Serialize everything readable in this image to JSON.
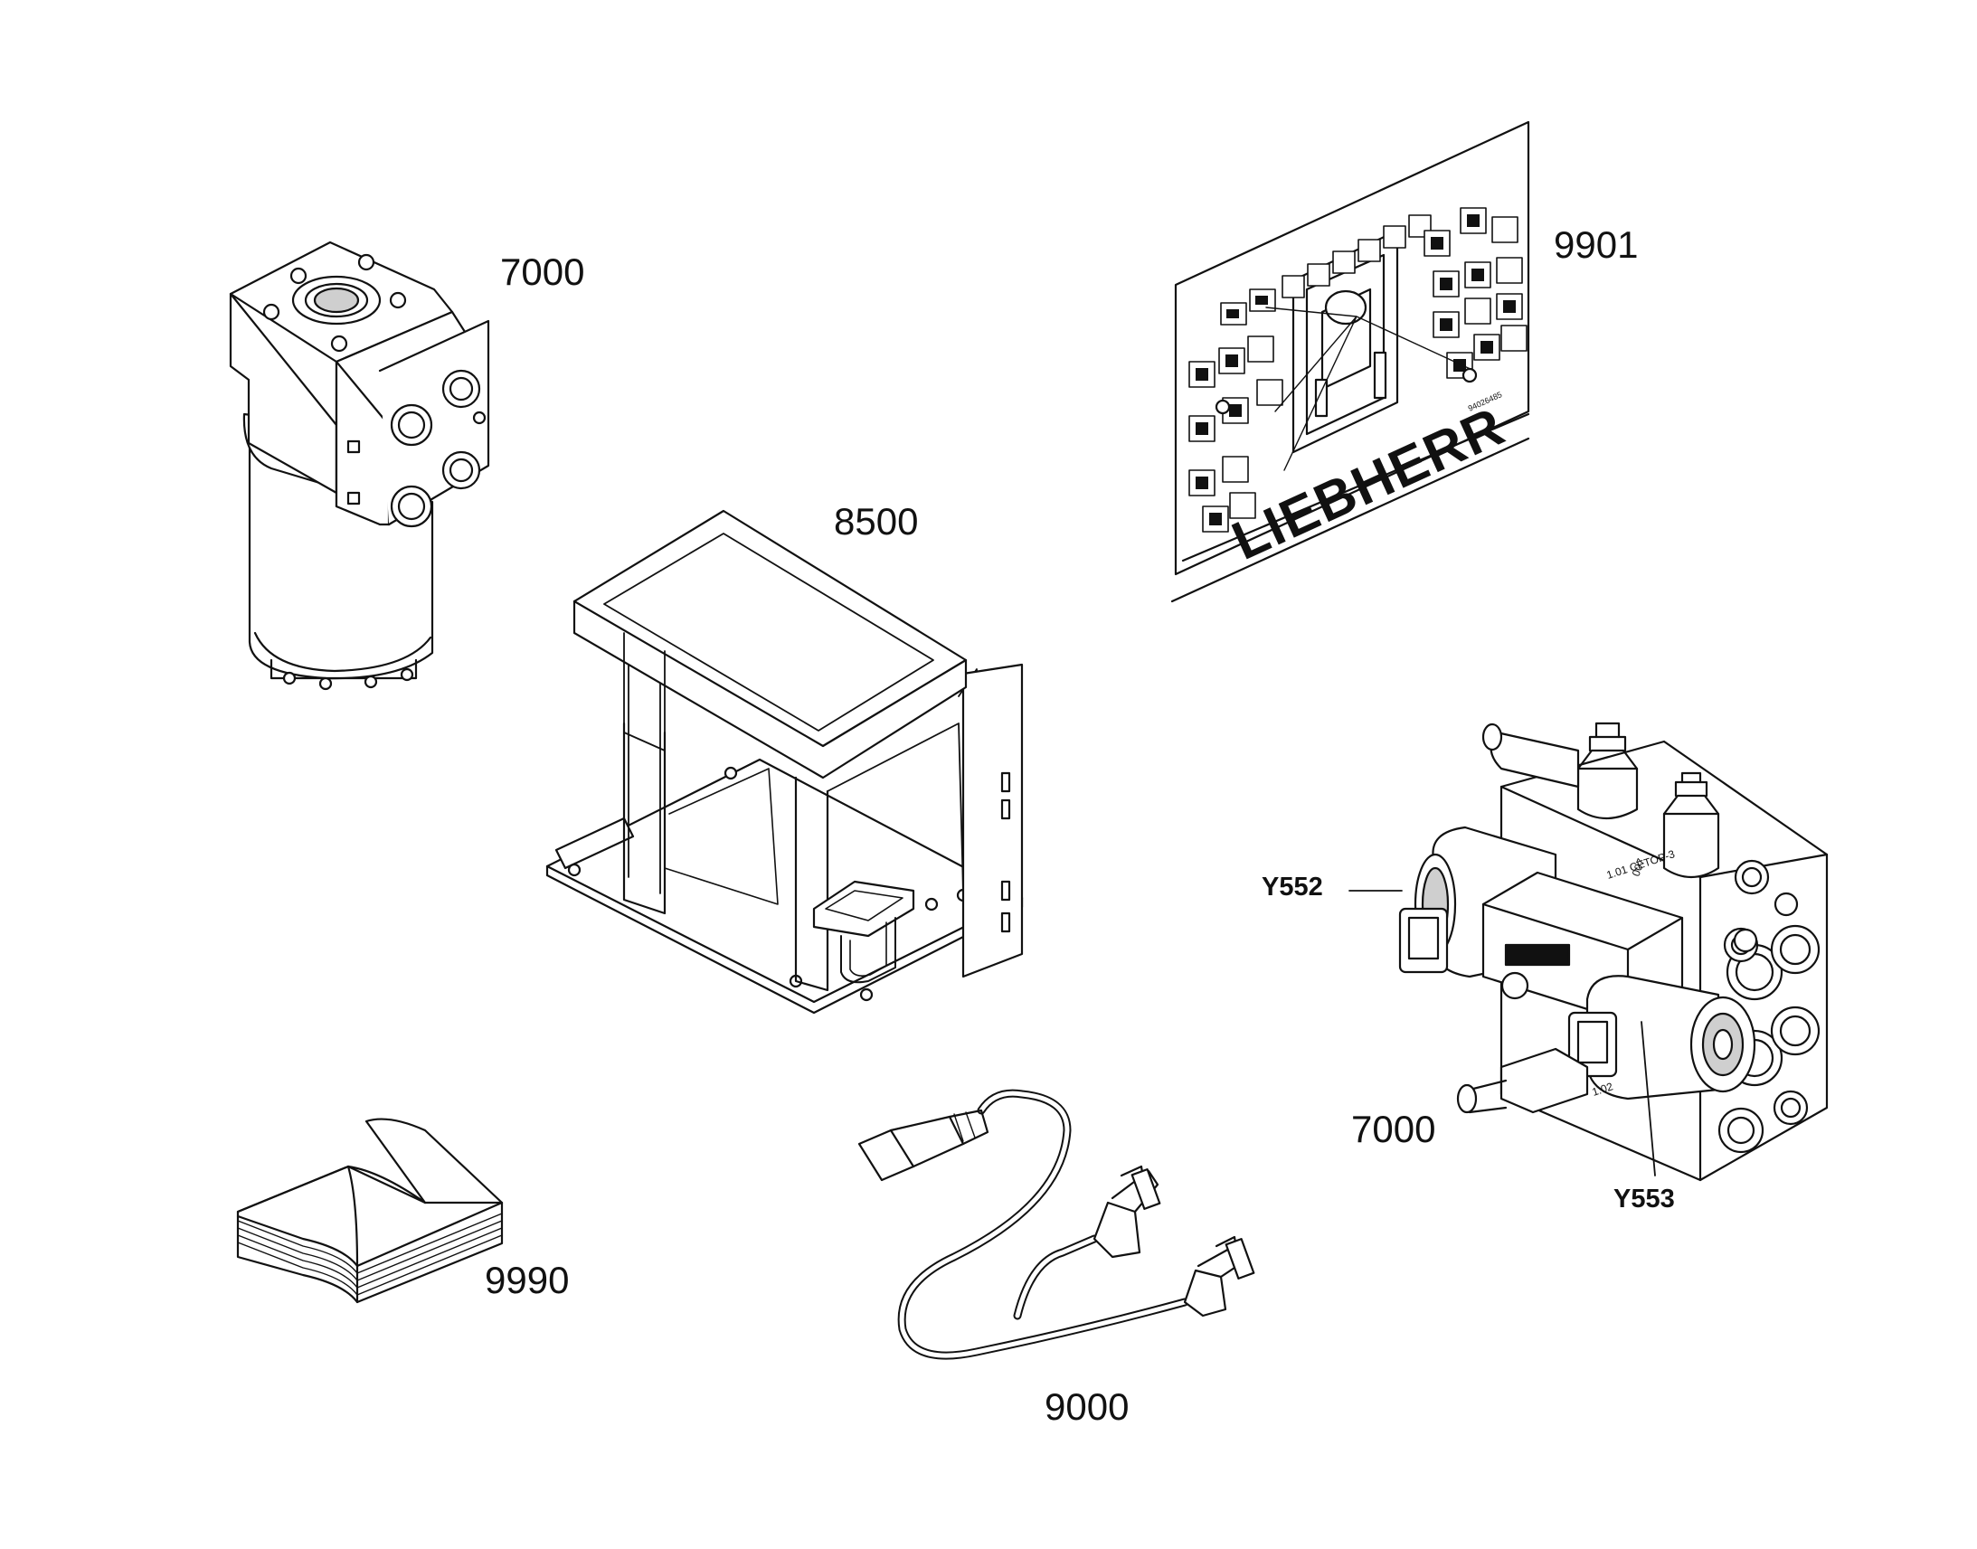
{
  "diagram": {
    "callouts": {
      "steering_unit": "7000",
      "seat_frame": "8500",
      "label_sheet": "9901",
      "manual": "9990",
      "cable_harness": "9000",
      "valve_block": "7000"
    },
    "pins": {
      "y552": "Y552",
      "y553": "Y553"
    },
    "label_sheet": {
      "brand": "LIEBHERR",
      "part_number": "94026485"
    },
    "valve_block": {
      "stamp_1": "1.01  CETOP-3",
      "stamp_2": "1.02",
      "stamp_3": "007"
    }
  }
}
